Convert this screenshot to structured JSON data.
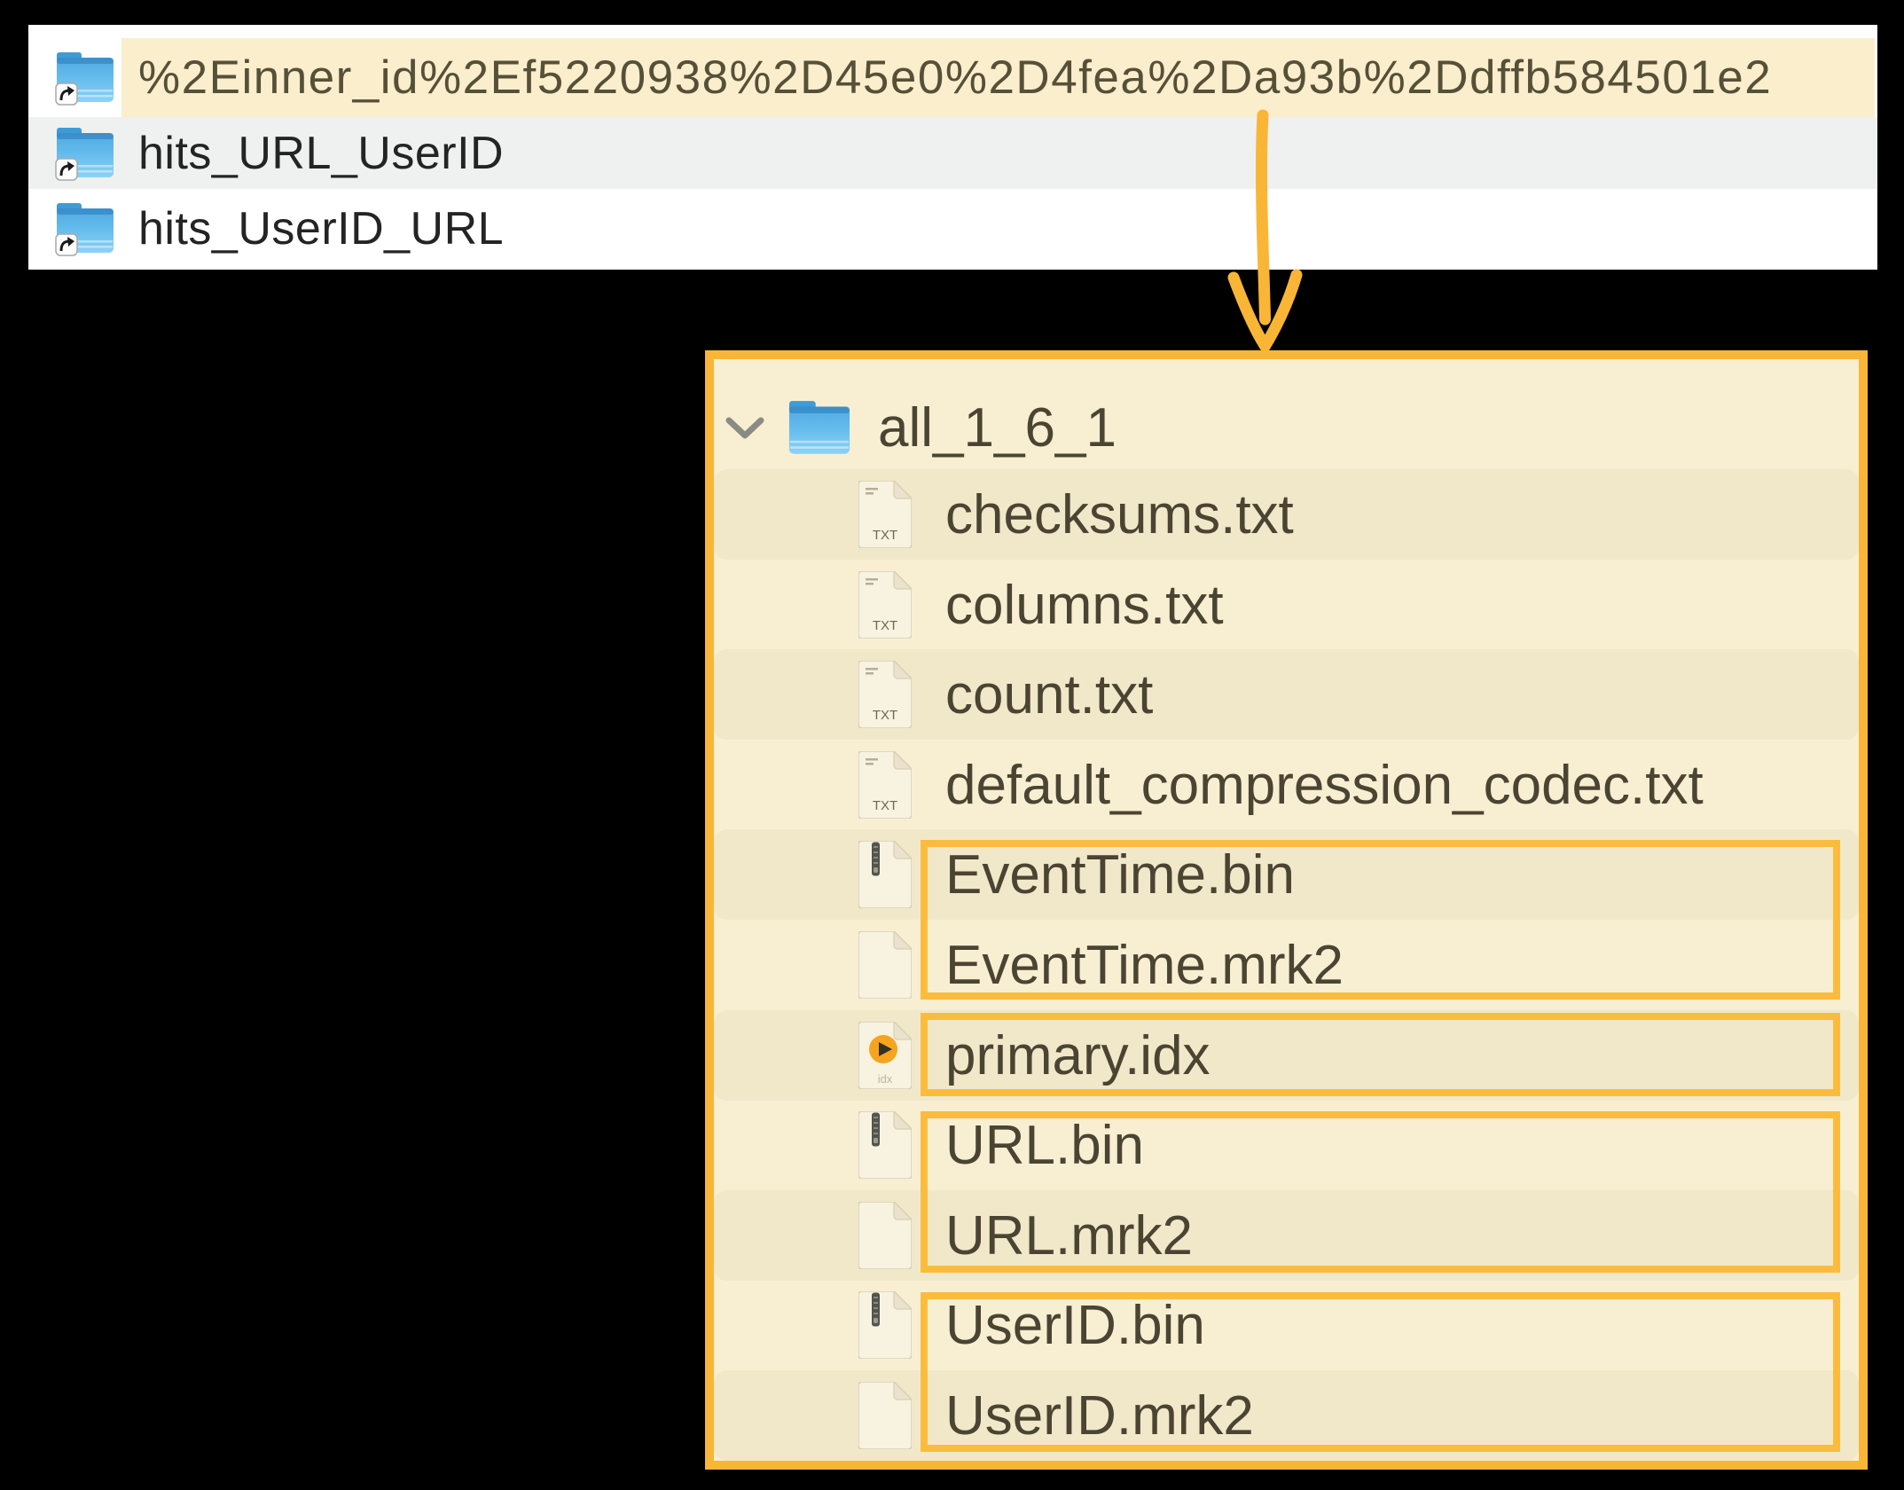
{
  "top_panel": {
    "rows": [
      {
        "label": "%2Einner_id%2Ef5220938%2D45e0%2D4fea%2Da93b%2Ddffb584501e2",
        "selected": true
      },
      {
        "label": "hits_URL_UserID",
        "selected": false
      },
      {
        "label": "hits_UserID_URL",
        "selected": false
      }
    ]
  },
  "tree_panel": {
    "root_folder": {
      "label": "all_1_6_1",
      "expanded": true
    },
    "files": [
      {
        "name": "checksums.txt",
        "type": "txt"
      },
      {
        "name": "columns.txt",
        "type": "txt"
      },
      {
        "name": "count.txt",
        "type": "txt"
      },
      {
        "name": "default_compression_codec.txt",
        "type": "txt"
      },
      {
        "name": "EventTime.bin",
        "type": "bin"
      },
      {
        "name": "EventTime.mrk2",
        "type": "mrk2"
      },
      {
        "name": "primary.idx",
        "type": "idx"
      },
      {
        "name": "URL.bin",
        "type": "bin"
      },
      {
        "name": "URL.mrk2",
        "type": "mrk2"
      },
      {
        "name": "UserID.bin",
        "type": "bin"
      },
      {
        "name": "UserID.mrk2",
        "type": "mrk2"
      }
    ],
    "annotation_boxes": [
      "EventTime.bin, EventTime.mrk2",
      "primary.idx",
      "URL.bin, URL.mrk2",
      "UserID.bin, UserID.mrk2"
    ]
  },
  "icon_labels": {
    "txt": "TXT",
    "idx": "idx"
  },
  "colors": {
    "annotation_orange": "#F9B636",
    "box_orange": "#FBBC3E",
    "selection_beige": "#FAEECD",
    "panel_beige": "#F8EFD3",
    "row_shade_beige": "#F1E8CA",
    "alt_row_gray": "#EFF1F1",
    "tree_text": "#4B4432",
    "list_text": "#242424"
  }
}
